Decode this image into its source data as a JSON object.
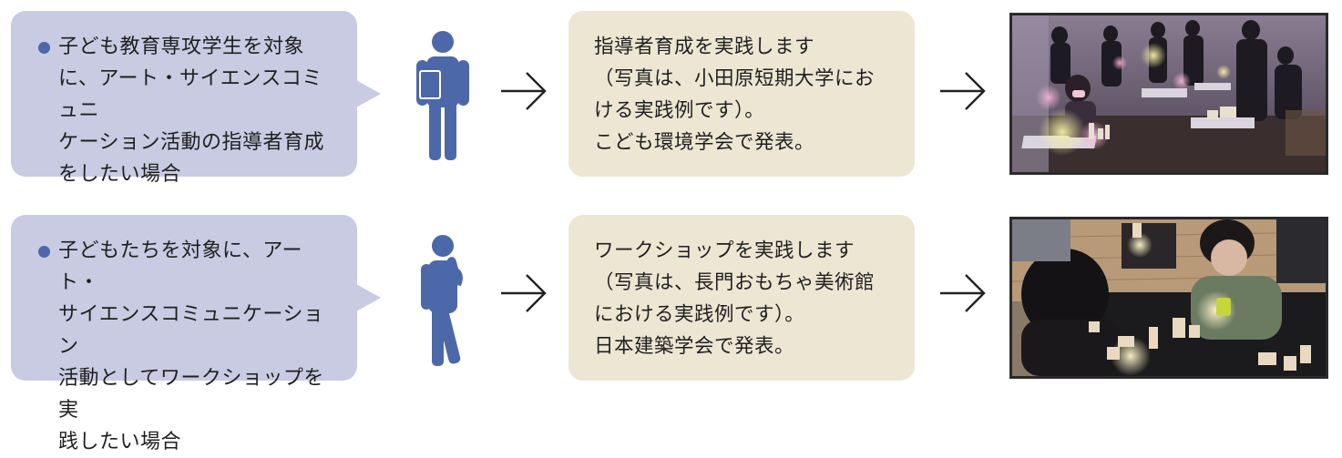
{
  "rows": [
    {
      "bubble_text": [
        "子ども教育専攻学生を対象",
        "に、アート・サイエンスコミュニ",
        "ケーション活動の指導者育成",
        "をしたい場合"
      ],
      "box_text": [
        "指導者育成を実践します",
        "（写真は、小田原短期大学にお",
        "ける実践例です）。",
        "こども環境学会で発表。"
      ],
      "person_icon": "person-holding-book-icon",
      "photo_subject": "workshop-photo-dim-room"
    },
    {
      "bubble_text": [
        "子どもたちを対象に、アート・",
        "サイエンスコミュニケーション",
        "活動としてワークショップを実",
        "践したい場合"
      ],
      "box_text": [
        "ワークショップを実践します",
        "（写真は、長門おもちゃ美術館",
        "における実践例です）。",
        "日本建築学会で発表。"
      ],
      "person_icon": "person-thinking-icon",
      "photo_subject": "children-building-blocks-photo"
    }
  ],
  "colors": {
    "bubble": "#c8cbe2",
    "box": "#ece6d3",
    "person": "#4d68a8",
    "bullet": "#4d68a8",
    "arrow": "#222222"
  }
}
